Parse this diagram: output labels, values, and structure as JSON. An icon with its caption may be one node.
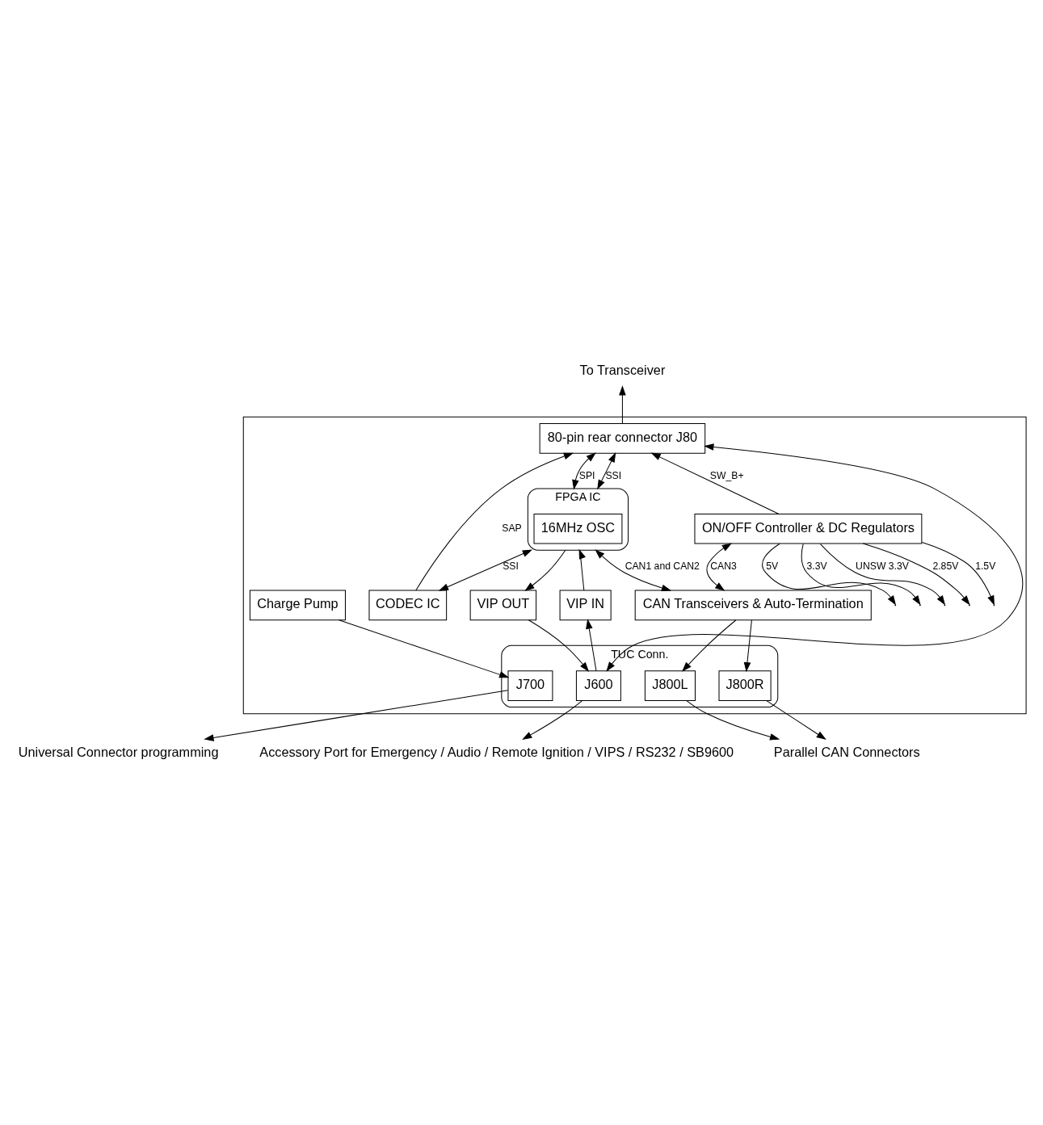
{
  "diagram": {
    "nodes": [
      {
        "text": [],
        "shape": "box"
      },
      {
        "text": [
          "80-pin rear connector J80"
        ],
        "in": 0
      },
      {
        "text": [
          "To Transceiver"
        ]
      },
      {
        "text": [
          "FPGA IC"
        ],
        "in": 0
      },
      {
        "text": [
          "16MHz OSC"
        ],
        "in": 3
      },
      {
        "text": [
          "CODEC IC"
        ],
        "in": 0
      },
      {
        "text": [
          "ON/OFF Controller & DC Regulators"
        ],
        "in": 0
      },
      {
        "text": [
          "CAN Transceivers & Auto-Termination"
        ],
        "in": 0
      },
      {
        "text": [
          "Charge Pump"
        ],
        "in": 0
      },
      {
        "text": [
          "VIP OUT"
        ],
        "in": 0
      },
      {
        "text": [
          "VIP IN"
        ],
        "in": 0
      },
      {
        "text": [
          "TUC Conn."
        ],
        "in": 0
      },
      {
        "text": [
          "J800L"
        ],
        "in": 11
      },
      {
        "text": [
          "J800R"
        ],
        "in": 11
      },
      {
        "text": [
          "J700"
        ],
        "in": 11
      },
      {
        "text": [
          "J600"
        ],
        "in": 11
      },
      {
        "text": [
          "Parallel CAN Connectors"
        ]
      },
      {
        "text": [
          "Universal Connector programming"
        ]
      },
      {
        "text": [
          "Accessory Port for Emergency / Audio / Remote Ignition / VIPS / RS232 / SB9600"
        ]
      }
    ],
    "edges": [
      {
        "from": 1,
        "to": 2,
        "arrow": "to"
      },
      {
        "from": 3,
        "to": 1,
        "arrow": "both",
        "label": "SSI"
      },
      {
        "from": 3,
        "to": 1,
        "arrow": "both",
        "label": "SPI"
      },
      {
        "from": 5,
        "to": 1,
        "arrow": "to",
        "label": "SAP"
      },
      {
        "from": 6,
        "to": 1,
        "arrow": "to",
        "label": "SW_B+"
      },
      {
        "from": 6,
        "to": null,
        "arrow": "to",
        "label": "5V"
      },
      {
        "from": 6,
        "to": null,
        "arrow": "to",
        "label": "3.3V"
      },
      {
        "from": 6,
        "to": null,
        "arrow": "to",
        "label": "UNSW 3.3V"
      },
      {
        "from": 6,
        "to": null,
        "arrow": "to",
        "label": "2.85V"
      },
      {
        "from": 6,
        "to": null,
        "arrow": "to",
        "label": "1.5V"
      },
      {
        "from": 3,
        "to": 5,
        "arrow": "both",
        "label": "SSI"
      },
      {
        "from": 3,
        "to": 7,
        "arrow": "both",
        "label": "CAN1 and CAN2"
      },
      {
        "from": 10,
        "to": 3,
        "arrow": "to"
      },
      {
        "from": 3,
        "to": 9,
        "arrow": "to"
      },
      {
        "from": 6,
        "to": 7,
        "arrow": "both",
        "label": "CAN3"
      },
      {
        "from": 7,
        "to": 12,
        "arrow": "to"
      },
      {
        "from": 7,
        "to": 13,
        "arrow": "to"
      },
      {
        "from": 8,
        "to": 14,
        "arrow": "to"
      },
      {
        "from": 9,
        "to": 15,
        "arrow": "to"
      },
      {
        "from": 15,
        "to": 10,
        "arrow": "to"
      },
      {
        "from": 15,
        "to": 1,
        "arrow": "both"
      },
      {
        "from": 12,
        "to": 16,
        "arrow": "to"
      },
      {
        "from": 13,
        "to": 16,
        "arrow": "to"
      },
      {
        "from": 14,
        "to": 17,
        "arrow": "to"
      },
      {
        "from": 15,
        "to": 18,
        "arrow": "to"
      }
    ]
  }
}
